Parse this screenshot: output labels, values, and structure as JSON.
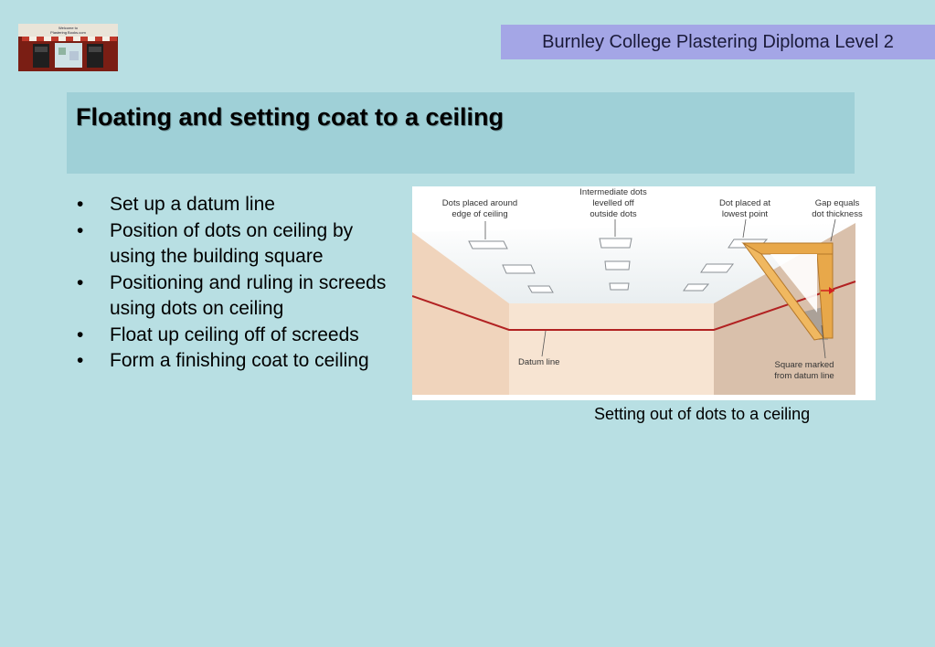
{
  "header": {
    "course_title": "Burnley College Plastering Diploma Level 2"
  },
  "logo": {
    "line1": "Welcome to",
    "line2": "Plastering Books.com"
  },
  "slide": {
    "title": "Floating and setting coat to a ceiling",
    "bullets": [
      "Set up a datum line",
      "Position of dots on ceiling by using the building square",
      "Positioning and ruling in screeds using dots on ceiling",
      "Float up ceiling off of screeds",
      "Form a finishing coat to ceiling"
    ]
  },
  "figure": {
    "labels": {
      "dots_edge_1": "Dots placed around",
      "dots_edge_2": "edge of ceiling",
      "intermediate_1": "Intermediate dots",
      "intermediate_2": "levelled off",
      "intermediate_3": "outside dots",
      "lowest_1": "Dot placed at",
      "lowest_2": "lowest point",
      "gap_1": "Gap equals",
      "gap_2": "dot thickness",
      "datum": "Datum line",
      "square_1": "Square marked",
      "square_2": "from datum line"
    },
    "caption": "Setting out of dots to a ceiling"
  },
  "colors": {
    "background": "#b8dfe3",
    "header_box": "#a4a6e6",
    "title_box": "#9fd0d7",
    "datum_line": "#b22222",
    "square": "#e8a84a"
  }
}
